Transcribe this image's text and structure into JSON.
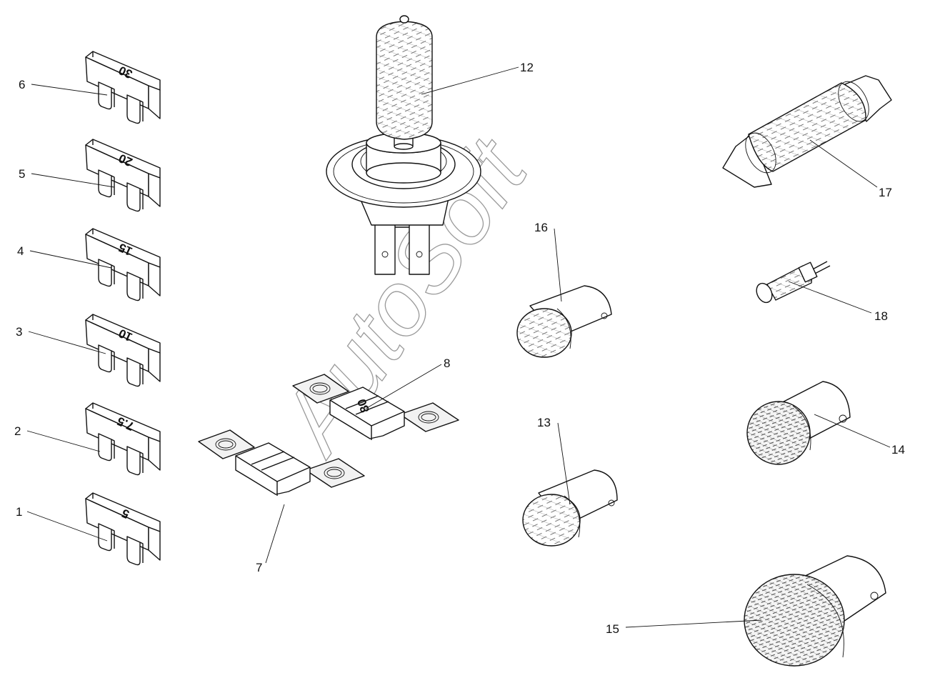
{
  "watermark": "AutoSoft",
  "blade_fuses": [
    {
      "callout": "1",
      "rating": "5"
    },
    {
      "callout": "2",
      "rating": "7.5"
    },
    {
      "callout": "3",
      "rating": "10"
    },
    {
      "callout": "4",
      "rating": "15"
    },
    {
      "callout": "5",
      "rating": "20"
    },
    {
      "callout": "6",
      "rating": "30"
    }
  ],
  "bolt_fuses": [
    {
      "callout": "7",
      "rating": ""
    },
    {
      "callout": "8",
      "rating": "80"
    }
  ],
  "lamps": {
    "h4": {
      "callout": "12"
    },
    "bayonet_small_a": {
      "callout": "13"
    },
    "bayonet_medium": {
      "callout": "14"
    },
    "bayonet_large": {
      "callout": "15"
    },
    "bayonet_small_b": {
      "callout": "16"
    },
    "festoon": {
      "callout": "17"
    },
    "wedge": {
      "callout": "18"
    }
  }
}
